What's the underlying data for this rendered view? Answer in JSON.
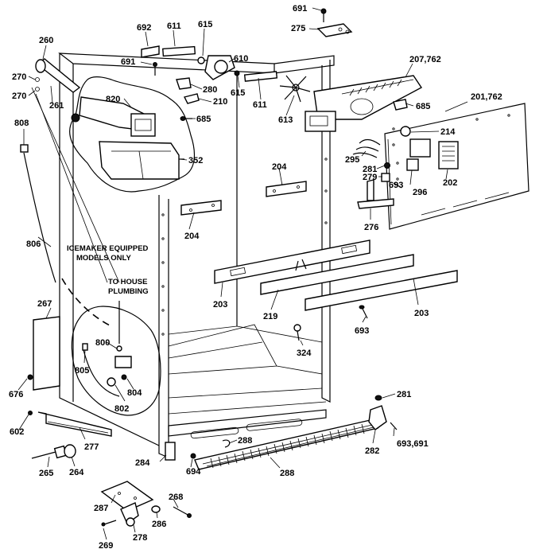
{
  "diagram": {
    "labels": {
      "p691_top": "691",
      "p275": "275",
      "p692": "692",
      "p611_top": "611",
      "p615_top": "615",
      "p260": "260",
      "p691_mid": "691",
      "p610": "610",
      "p207_762": "207,762",
      "p270_a": "270",
      "p270_b": "270",
      "p261": "261",
      "p820": "820",
      "p280": "280",
      "p210": "210",
      "p615_mid": "615",
      "p611_mid": "611",
      "p613": "613",
      "p685_top": "685",
      "p201_762": "201,762",
      "p808": "808",
      "p685_mid": "685",
      "p214": "214",
      "p352": "352",
      "p295": "295",
      "p204_right": "204",
      "p281_mid": "281",
      "p279": "279",
      "p693_mid": "693",
      "p296": "296",
      "p202": "202",
      "p806": "806",
      "p204_left": "204",
      "p276": "276",
      "p267": "267",
      "p203_left": "203",
      "p219": "219",
      "p203_right": "203",
      "p800": "800",
      "p693_low": "693",
      "p324": "324",
      "p805": "805",
      "p804": "804",
      "p802": "802",
      "p676": "676",
      "p281_low": "281",
      "p602": "602",
      "p277": "277",
      "p288_small": "288",
      "p282": "282",
      "p693_691": "693,691",
      "p284": "284",
      "p694": "694",
      "p265": "265",
      "p264": "264",
      "p288_grille": "288",
      "p287": "287",
      "p268": "268",
      "p286": "286",
      "p278": "278",
      "p269": "269"
    },
    "notes": {
      "icemaker_line1": "ICEMAKER EQUIPPED",
      "icemaker_line2": "MODELS ONLY",
      "plumbing_line1": "TO HOUSE",
      "plumbing_line2": "PLUMBING"
    }
  }
}
